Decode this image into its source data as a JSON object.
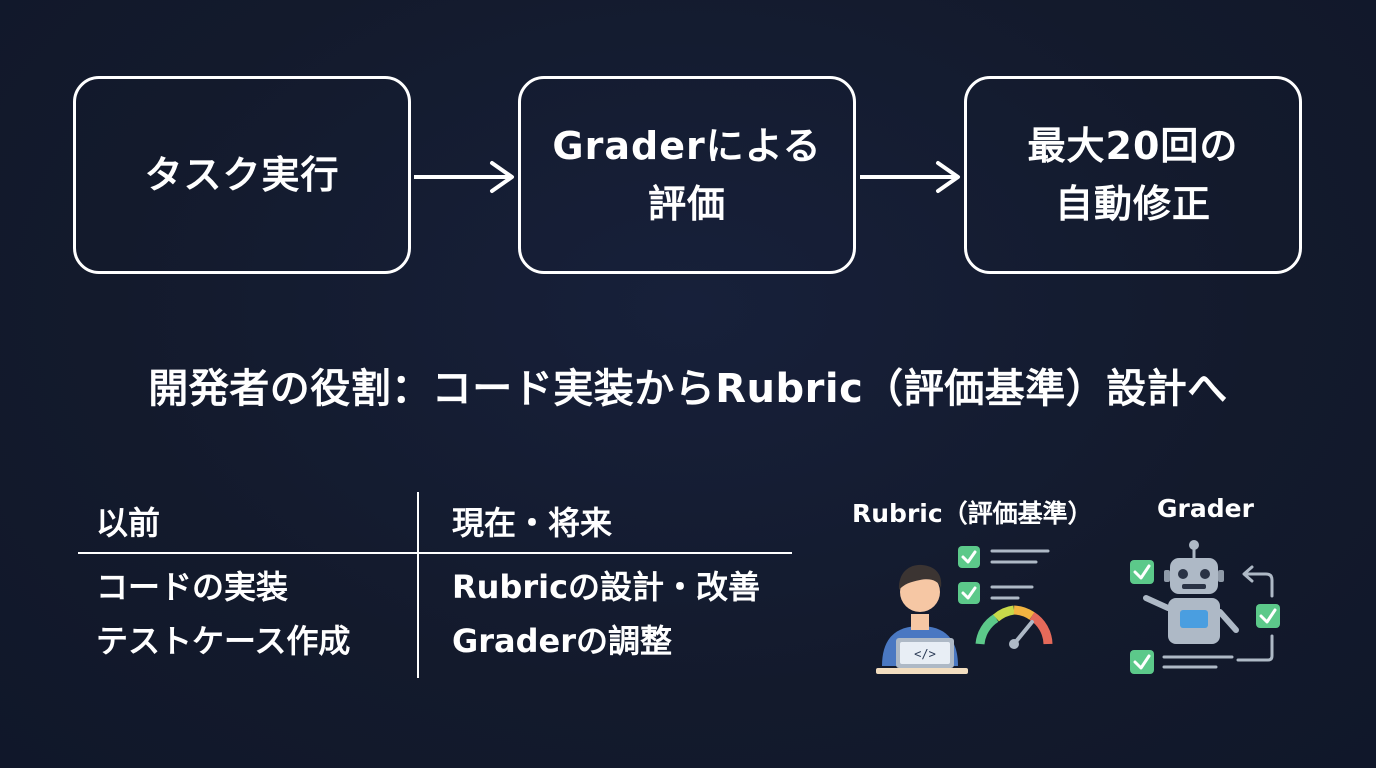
{
  "flow": {
    "steps": [
      {
        "line1": "タスク実行",
        "line2": ""
      },
      {
        "line1": "Graderによる",
        "line2": "評価"
      },
      {
        "line1": "最大20回の",
        "line2": "自動修正"
      }
    ]
  },
  "headline": "開発者の役割：コード実装からRubric（評価基準）設計へ",
  "comparison": {
    "before": {
      "header": "以前",
      "items": [
        "コードの実装",
        "テストケース作成"
      ]
    },
    "after": {
      "header": "現在・将来",
      "items": [
        "Rubricの設計・改善",
        "Graderの調整"
      ]
    }
  },
  "illustrations": {
    "rubric_label": "Rubric（評価基準）",
    "grader_label": "Grader",
    "laptop_code_glyph": "</>",
    "icons": [
      "developer-icon",
      "checklist-icon",
      "gauge-icon",
      "robot-icon",
      "feedback-loop-icon"
    ]
  },
  "colors": {
    "background": "#131a2c",
    "foreground": "#ffffff",
    "check_green": "#5cc98a",
    "shirt_blue": "#4a78c2",
    "skin": "#f6c7a4",
    "hair": "#3b3432",
    "robot_gray": "#aeb9c6"
  }
}
